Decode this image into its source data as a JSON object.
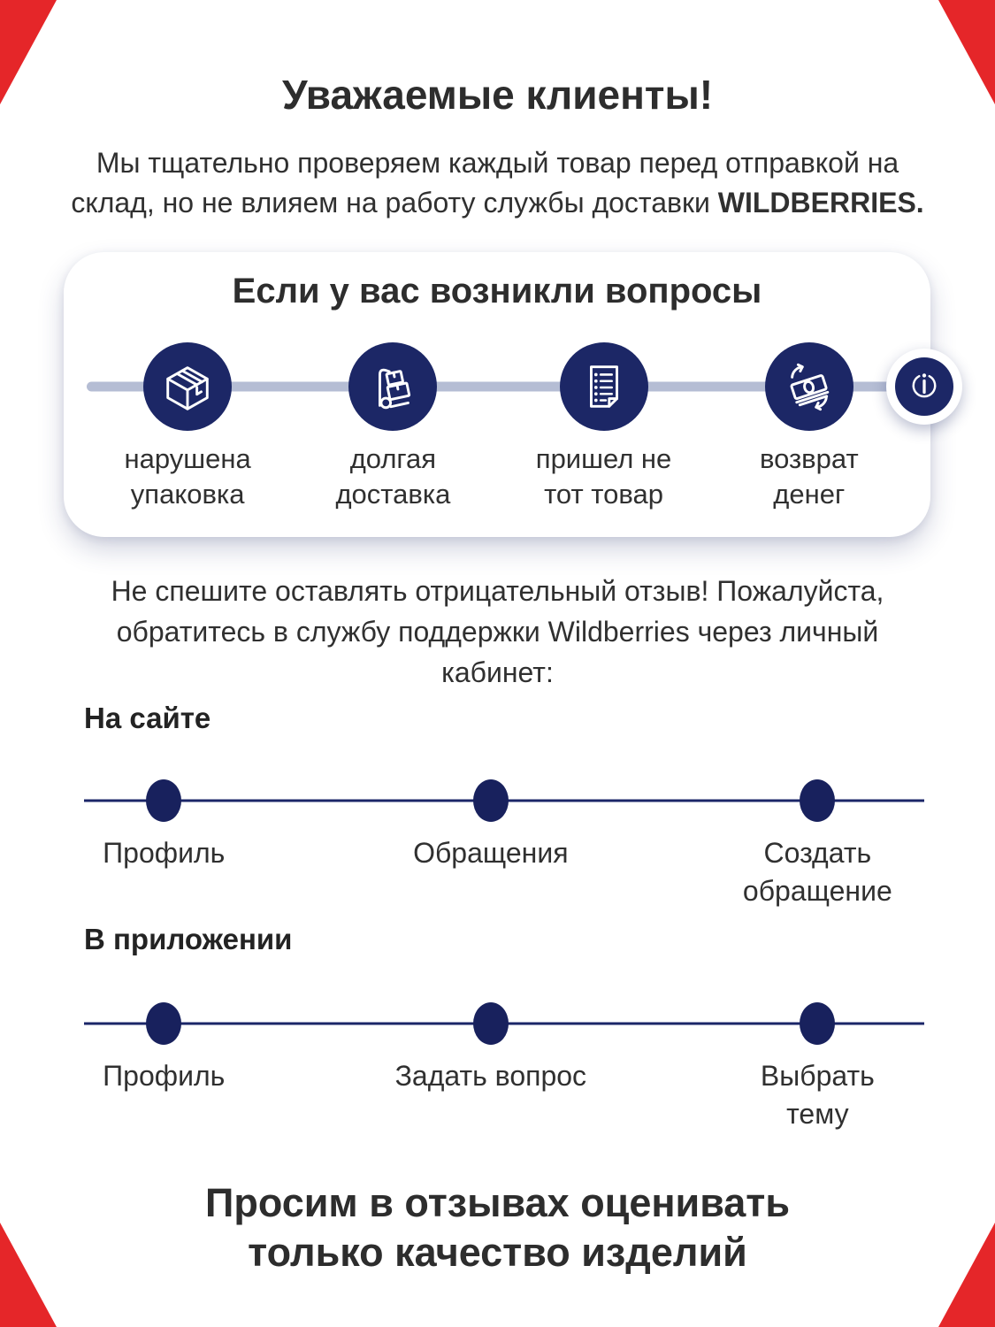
{
  "colors": {
    "navy_circle": "#1c2766",
    "timeline_navy": "#18215d",
    "connector_gray": "#b5bdd4",
    "corner_red": "#e52629",
    "text_dark": "#303030"
  },
  "header": {
    "title": "Уважаемые клиенты!"
  },
  "intro": {
    "text": "Мы тщательно проверяем каждый товар перед отправкой на\nсклад, но не влияем на работу службы доставки ",
    "brand": "WILDBERRIES."
  },
  "questions_card": {
    "title": "Если у вас возникли вопросы",
    "items": [
      {
        "icon": "package-box-icon",
        "label": "нарушена\nупаковка"
      },
      {
        "icon": "hand-truck-icon",
        "label": "долгая\nдоставка"
      },
      {
        "icon": "checklist-icon",
        "label": "пришел не\nтот товар"
      },
      {
        "icon": "money-refund-icon",
        "label": "возврат\nденег"
      }
    ],
    "right_icon": "power-info-icon"
  },
  "support_note": "Не спешите оставлять отрицательный отзыв! Пожалуйста,\nобратитесь в службу поддержки Wildberries через личный\nкабинет:",
  "site_section": {
    "heading": "На сайте",
    "steps": [
      "Профиль",
      "Обращения",
      "Создать\nобращение"
    ]
  },
  "app_section": {
    "heading": "В приложении",
    "steps": [
      "Профиль",
      "Задать вопрос",
      "Выбрать\nтему"
    ]
  },
  "footer": {
    "title": "Просим в отзывах оценивать\nтолько качество изделий"
  }
}
